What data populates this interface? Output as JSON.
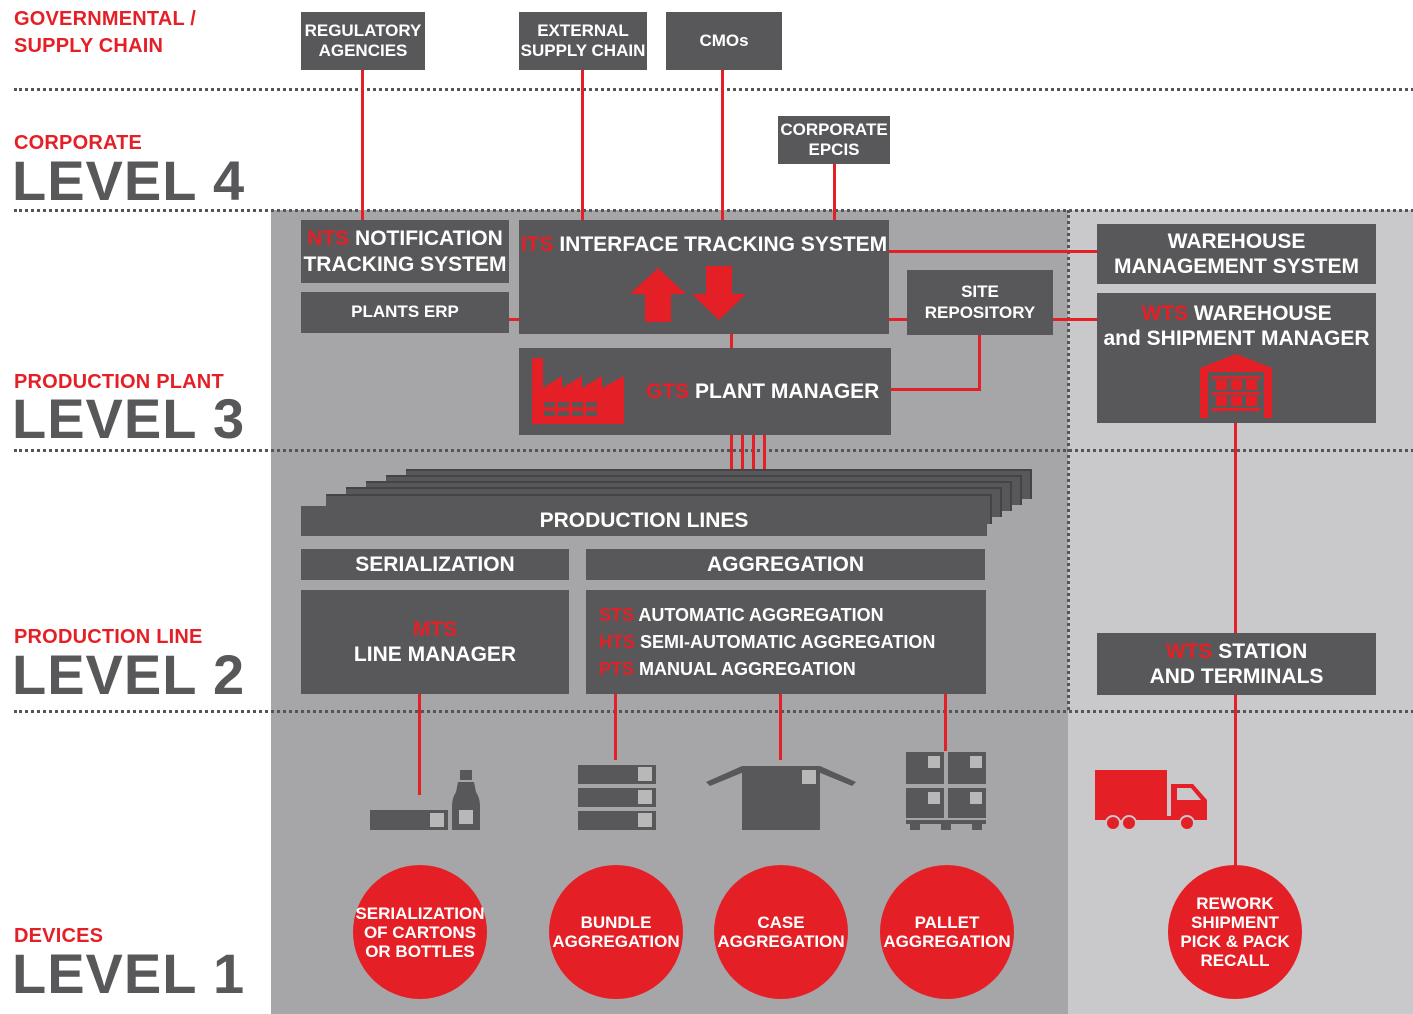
{
  "levels": {
    "governmental": {
      "line1": "GOVERNMENTAL /",
      "line2": "SUPPLY CHAIN"
    },
    "corporate": {
      "label": "CORPORATE",
      "level": "LEVEL 4"
    },
    "plant": {
      "label": "PRODUCTION PLANT",
      "level": "LEVEL 3"
    },
    "line": {
      "label": "PRODUCTION LINE",
      "level": "LEVEL 2"
    },
    "devices": {
      "label": "DEVICES",
      "level": "LEVEL 1"
    }
  },
  "boxes": {
    "regulatory": {
      "line1": "REGULATORY",
      "line2": "AGENCIES"
    },
    "external": {
      "line1": "EXTERNAL",
      "line2": "SUPPLY CHAIN"
    },
    "cmos": {
      "label": "CMOs"
    },
    "epcis": {
      "line1": "CORPORATE",
      "line2": "EPCIS"
    },
    "nts": {
      "code": "NTS",
      "line1": "NOTIFICATION",
      "line2": "TRACKING SYSTEM"
    },
    "erp": {
      "label": "PLANTS ERP"
    },
    "its": {
      "code": "ITS",
      "label": "INTERFACE TRACKING SYSTEM"
    },
    "site": {
      "line1": "SITE",
      "line2": "REPOSITORY"
    },
    "gts": {
      "code": "GTS",
      "label": "PLANT MANAGER"
    },
    "wms": {
      "line1": "WAREHOUSE",
      "line2": "MANAGEMENT SYSTEM"
    },
    "wts_warehouse": {
      "code": "WTS",
      "line1": "WAREHOUSE",
      "line2": "and SHIPMENT MANAGER"
    },
    "production_lines": {
      "label": "PRODUCTION LINES"
    },
    "serialization": {
      "label": "SERIALIZATION"
    },
    "aggregation": {
      "label": "AGGREGATION"
    },
    "mts": {
      "code": "MTS",
      "label": "LINE MANAGER"
    },
    "agg_items": [
      {
        "code": "STS",
        "label": "AUTOMATIC AGGREGATION"
      },
      {
        "code": "HTS",
        "label": "SEMI-AUTOMATIC AGGREGATION"
      },
      {
        "code": "PTS",
        "label": "MANUAL AGGREGATION"
      }
    ],
    "wts_station": {
      "code": "WTS",
      "line1": "STATION",
      "line2": "AND TERMINALS"
    }
  },
  "circles": [
    {
      "lines": [
        "SERIALIZATION",
        "OF CARTONS",
        "OR BOTTLES"
      ]
    },
    {
      "lines": [
        "BUNDLE",
        "AGGREGATION"
      ]
    },
    {
      "lines": [
        "CASE",
        "AGGREGATION"
      ]
    },
    {
      "lines": [
        "PALLET",
        "AGGREGATION"
      ]
    },
    {
      "lines": [
        "REWORK",
        "SHIPMENT",
        "PICK & PACK",
        "RECALL"
      ]
    }
  ],
  "colors": {
    "accent": "#e51f26",
    "box": "#58585a",
    "panel_left": "#a6a6a8",
    "panel_right": "#c9c9cb"
  },
  "icons": [
    "factory-icon",
    "arrow-up-icon",
    "arrow-down-icon",
    "warehouse-rack-icon",
    "carton-bottle-icon",
    "bundle-icon",
    "case-box-icon",
    "pallet-icon",
    "truck-icon"
  ]
}
